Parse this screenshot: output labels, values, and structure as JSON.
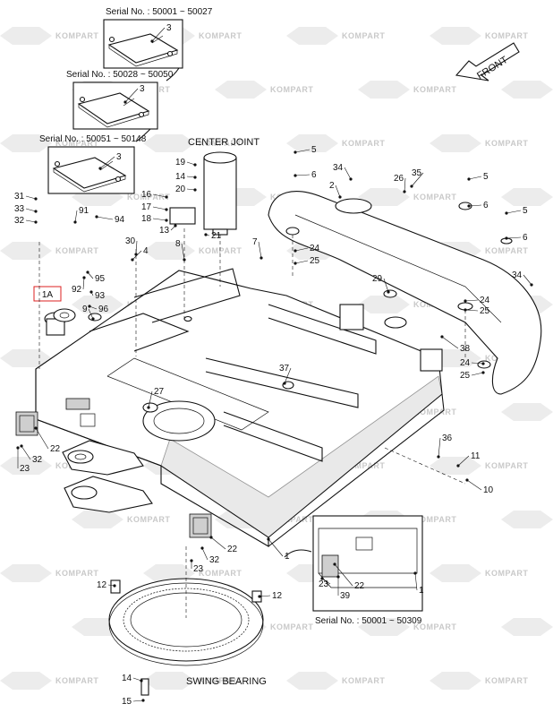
{
  "diagram": {
    "titles": {
      "center_joint": "CENTER JOINT",
      "swing_bearing": "SWING BEARING",
      "front": "FRONT"
    },
    "serial_notes": {
      "s1": "Serial No. : 50001 ~ 50027",
      "s2": "Serial No. : 50028 ~ 50050",
      "s3": "Serial No. : 50051 ~ 50148",
      "s4": "Serial No. : 50001 ~ 50309"
    },
    "watermark": "KOMPART",
    "callout_1a": "1A",
    "parts": [
      {
        "id": "p3a",
        "label": "3"
      },
      {
        "id": "p3b",
        "label": "3"
      },
      {
        "id": "p3c",
        "label": "3"
      },
      {
        "id": "p5a",
        "label": "5"
      },
      {
        "id": "p6a",
        "label": "6"
      },
      {
        "id": "p34a",
        "label": "34"
      },
      {
        "id": "p35",
        "label": "35"
      },
      {
        "id": "p26",
        "label": "26"
      },
      {
        "id": "p2",
        "label": "2"
      },
      {
        "id": "p5b",
        "label": "5"
      },
      {
        "id": "p6b",
        "label": "6"
      },
      {
        "id": "p5c",
        "label": "5"
      },
      {
        "id": "p6c",
        "label": "6"
      },
      {
        "id": "p19",
        "label": "19"
      },
      {
        "id": "p14a",
        "label": "14"
      },
      {
        "id": "p20",
        "label": "20"
      },
      {
        "id": "p16",
        "label": "16"
      },
      {
        "id": "p17",
        "label": "17"
      },
      {
        "id": "p18",
        "label": "18"
      },
      {
        "id": "p13",
        "label": "13"
      },
      {
        "id": "p21",
        "label": "21"
      },
      {
        "id": "p8",
        "label": "8"
      },
      {
        "id": "p31",
        "label": "31"
      },
      {
        "id": "p33",
        "label": "33"
      },
      {
        "id": "p32a",
        "label": "32"
      },
      {
        "id": "p91",
        "label": "91"
      },
      {
        "id": "p94",
        "label": "94"
      },
      {
        "id": "p30",
        "label": "30"
      },
      {
        "id": "p4",
        "label": "4"
      },
      {
        "id": "p95",
        "label": "95"
      },
      {
        "id": "p92",
        "label": "92"
      },
      {
        "id": "p93",
        "label": "93"
      },
      {
        "id": "p9",
        "label": "9"
      },
      {
        "id": "p96",
        "label": "96"
      },
      {
        "id": "p7",
        "label": "7"
      },
      {
        "id": "p24a",
        "label": "24"
      },
      {
        "id": "p25a",
        "label": "25"
      },
      {
        "id": "p29",
        "label": "29"
      },
      {
        "id": "p34b",
        "label": "34"
      },
      {
        "id": "p24b",
        "label": "24"
      },
      {
        "id": "p25b",
        "label": "25"
      },
      {
        "id": "p37",
        "label": "37"
      },
      {
        "id": "p38",
        "label": "38"
      },
      {
        "id": "p24c",
        "label": "24"
      },
      {
        "id": "p25c",
        "label": "25"
      },
      {
        "id": "p27",
        "label": "27"
      },
      {
        "id": "p22a",
        "label": "22"
      },
      {
        "id": "p23a",
        "label": "23"
      },
      {
        "id": "p32b",
        "label": "32"
      },
      {
        "id": "p36",
        "label": "36"
      },
      {
        "id": "p11",
        "label": "11"
      },
      {
        "id": "p10",
        "label": "10"
      },
      {
        "id": "p1a",
        "label": "1"
      },
      {
        "id": "p22b",
        "label": "22"
      },
      {
        "id": "p32c",
        "label": "32"
      },
      {
        "id": "p23b",
        "label": "23"
      },
      {
        "id": "p12a",
        "label": "12"
      },
      {
        "id": "p12b",
        "label": "12"
      },
      {
        "id": "p22c",
        "label": "22"
      },
      {
        "id": "p23c",
        "label": "23"
      },
      {
        "id": "p39",
        "label": "39"
      },
      {
        "id": "p1b",
        "label": "1"
      },
      {
        "id": "p14b",
        "label": "14"
      },
      {
        "id": "p15",
        "label": "15"
      }
    ]
  }
}
